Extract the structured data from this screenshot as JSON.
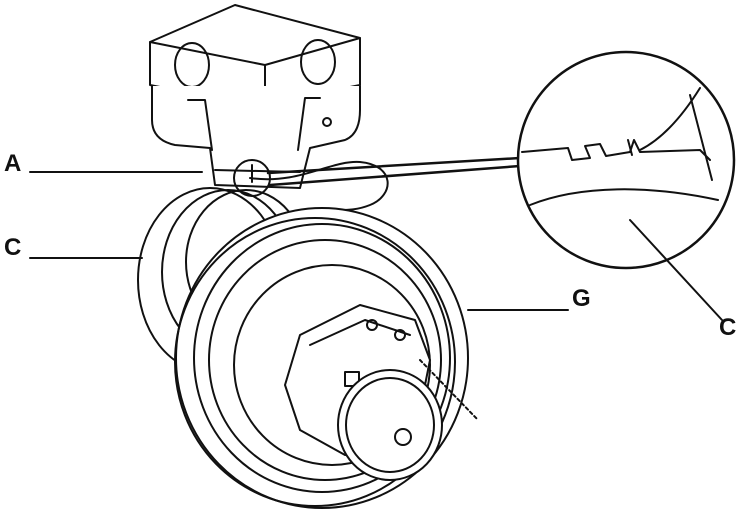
{
  "callouts": {
    "a": "A",
    "c_left": "C",
    "g": "G",
    "c_right": "C"
  },
  "colors": {
    "stroke": "#111111",
    "fill": "#ffffff"
  }
}
